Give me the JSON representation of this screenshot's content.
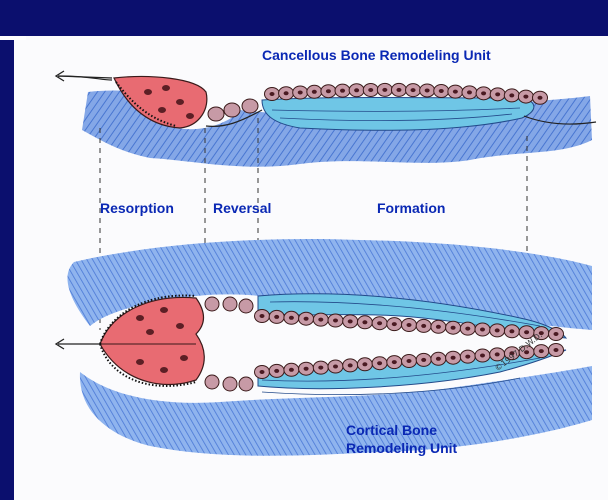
{
  "labels": {
    "cancellous": "Cancellous Bone Remodeling Unit",
    "resorption": "Resorption",
    "reversal": "Reversal",
    "formation": "Formation",
    "cortical_line1": "Cortical Bone",
    "cortical_line2": "Remodeling Unit"
  },
  "colors": {
    "frame": "#0b0f6e",
    "label": "#0a28b4",
    "bone": "#5a86d8",
    "osteoid": "#6fc6e6",
    "osteoclast": "#e86b72",
    "osteoblast": "#c79aa6"
  },
  "signature": "©1997 D.W.D."
}
